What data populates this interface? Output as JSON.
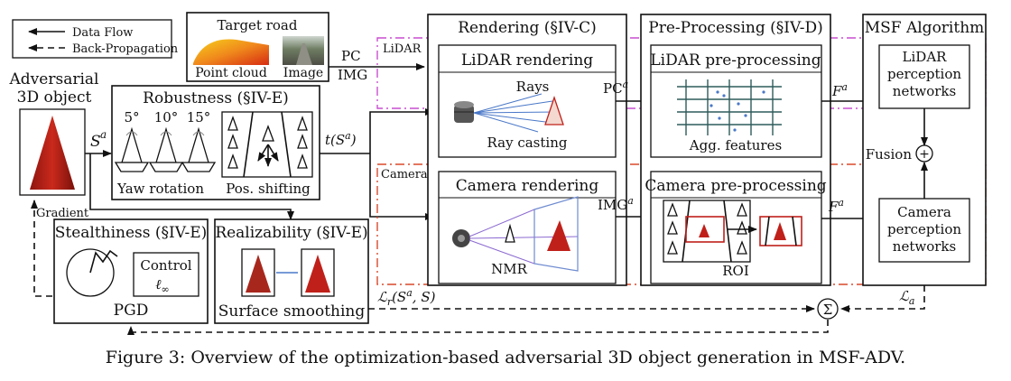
{
  "legend": {
    "data_flow": "Data Flow",
    "back_propagation": "Back-Propagation"
  },
  "target_road": {
    "title": "Target road",
    "point_cloud": "Point cloud",
    "image": "Image"
  },
  "input_labels": {
    "pc": "PC",
    "img": "IMG"
  },
  "adversarial_object": {
    "line1": "Adversarial",
    "line2": "3D object",
    "symbol_s": "S",
    "symbol_sup": "a",
    "gradient": "Gradient"
  },
  "robustness": {
    "title": "Robustness (§IV-E)",
    "angle1": "5°",
    "angle2": "10°",
    "angle3": "15°",
    "yaw": "Yaw rotation",
    "pos": "Pos. shifting",
    "output_label": "t(S",
    "output_sup": "a",
    "output_close": ")"
  },
  "stealthiness": {
    "title": "Stealthiness (§IV-E)",
    "control_line1": "Control",
    "control_line2": "ℓ",
    "control_sub": "∞",
    "pgd": "PGD"
  },
  "realizability": {
    "title": "Realizability (§IV-E)",
    "smoothing": "Surface smoothing"
  },
  "rendering": {
    "title": "Rendering (§IV-C)",
    "lidar_tag": "LiDAR",
    "camera_tag": "Camera",
    "lidar_title": "LiDAR rendering",
    "rays": "Rays",
    "ray_casting": "Ray casting",
    "camera_title": "Camera rendering",
    "nmr": "NMR"
  },
  "preprocessing": {
    "title": "Pre-Processing (§IV-D)",
    "lidar_title": "LiDAR pre-processing",
    "agg": "Agg. features",
    "camera_title": "Camera pre-processing",
    "roi": "ROI",
    "pc_label": "PC",
    "img_label": "IMG",
    "sup_a": "a"
  },
  "msf": {
    "title": "MSF Algorithm",
    "lidar_line1": "LiDAR",
    "lidar_line2": "perception",
    "lidar_line3": "networks",
    "camera_line1": "Camera",
    "camera_line2": "perception",
    "camera_line3": "networks",
    "fusion": "Fusion",
    "f_label": "F",
    "f_sup": "a"
  },
  "loss": {
    "lr": "ℒ",
    "lr_sub": "r",
    "lr_args": "(S",
    "lr_args_sup": "a",
    "lr_args_close": ", S)",
    "la": "ℒ",
    "la_sub": "a",
    "sum": "Σ"
  },
  "caption": "Figure 3: Overview of the optimization-based adversarial 3D object generation in MSF-ADV.",
  "colors": {
    "lidar_frame": "#c94fd0",
    "camera_frame": "#d8492c",
    "cone_red": "#c0201a"
  }
}
